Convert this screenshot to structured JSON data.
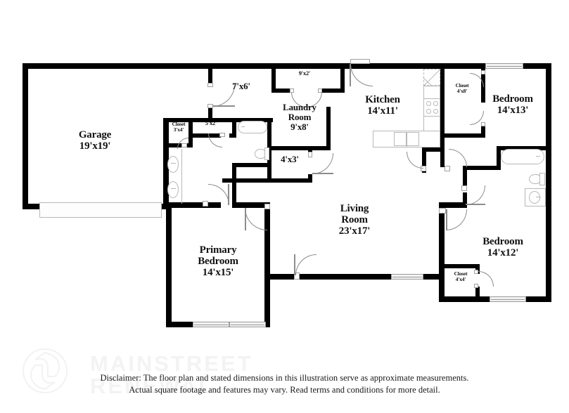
{
  "document": {
    "type": "floor-plan",
    "watermark": {
      "line1": "MAINSTREET",
      "line2": "RENEWAL",
      "logo_icon": "mainstreet-renewal-logo-icon"
    },
    "disclaimer": {
      "line1": "Disclaimer: The floor plan and stated dimensions in this illustration serve as approximate measurements.",
      "line2": "Actual square footage and features may vary. Read terms and conditions for more detail."
    }
  },
  "colors": {
    "wall": "#000000",
    "fixture_outline": "#b8b8b8",
    "door_outline": "#8c8c8c",
    "window_fill": "#f2f2f2",
    "background": "#ffffff",
    "text": "#111111",
    "watermark": "#f3f3f3"
  },
  "rooms": [
    {
      "id": "garage",
      "name": "Garage",
      "dimensions": "19'x19'",
      "label": "Garage\n19'x19'"
    },
    {
      "id": "closet-7x6",
      "name": "Closet",
      "dimensions": "7'x6'",
      "label": "7'x6'"
    },
    {
      "id": "closet-9x2",
      "name": "Closet",
      "dimensions": "9'x2'",
      "label": "9'x2'"
    },
    {
      "id": "closet-3x4",
      "name": "Closet",
      "dimensions": "3'x4'",
      "label": "Closet\n3'x4'"
    },
    {
      "id": "closet-5x2",
      "name": "Closet",
      "dimensions": "5'x2'",
      "label": "5'x2'"
    },
    {
      "id": "laundry-room",
      "name": "Laundry Room",
      "dimensions": "9'x8'",
      "label": "Laundry\nRoom\n9'x8'"
    },
    {
      "id": "closet-4x3",
      "name": "Closet",
      "dimensions": "4'x3'",
      "label": "4'x3'"
    },
    {
      "id": "kitchen",
      "name": "Kitchen",
      "dimensions": "14'x11'",
      "label": "Kitchen\n14'x11'"
    },
    {
      "id": "closet-4x8",
      "name": "Closet",
      "dimensions": "4'x8'",
      "label": "Closet\n4'x8'"
    },
    {
      "id": "bedroom-14x13",
      "name": "Bedroom",
      "dimensions": "14'x13'",
      "label": "Bedroom\n14'x13'"
    },
    {
      "id": "living-room",
      "name": "Living Room",
      "dimensions": "23'x17'",
      "label": "Living\nRoom\n23'x17'"
    },
    {
      "id": "primary-bedroom",
      "name": "Primary Bedroom",
      "dimensions": "14'x15'",
      "label": "Primary\nBedroom\n14'x15'"
    },
    {
      "id": "bedroom-14x12",
      "name": "Bedroom",
      "dimensions": "14'x12'",
      "label": "Bedroom\n14'x12'"
    },
    {
      "id": "closet-4x4",
      "name": "Closet",
      "dimensions": "4'x4'",
      "label": "Closet\n4'x4'"
    }
  ],
  "fixtures": [
    {
      "id": "garage-door",
      "icon": "garage-door-icon"
    },
    {
      "id": "primary-vanity-sink-upper",
      "icon": "sink-icon"
    },
    {
      "id": "primary-vanity-sink-lower",
      "icon": "sink-icon"
    },
    {
      "id": "primary-bathtub",
      "icon": "bathtub-icon"
    },
    {
      "id": "primary-toilet",
      "icon": "toilet-icon"
    },
    {
      "id": "kitchen-range",
      "icon": "range-stove-icon"
    },
    {
      "id": "kitchen-sink",
      "icon": "double-sink-icon"
    },
    {
      "id": "kitchen-refrigerator",
      "icon": "refrigerator-icon"
    },
    {
      "id": "hall-bathtub",
      "icon": "bathtub-icon"
    },
    {
      "id": "hall-toilet",
      "icon": "toilet-icon"
    },
    {
      "id": "hall-sink",
      "icon": "sink-icon"
    }
  ]
}
